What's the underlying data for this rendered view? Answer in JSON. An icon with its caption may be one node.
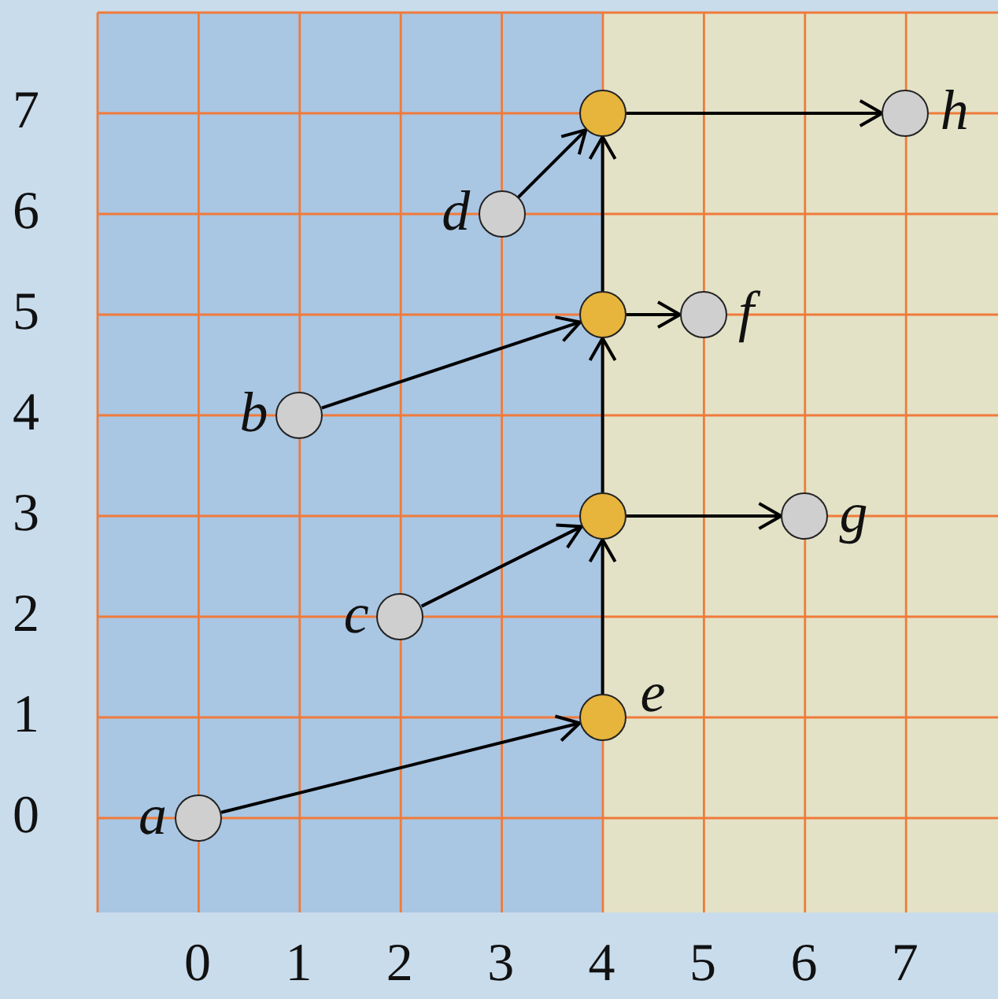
{
  "diagram": {
    "nodes": [
      {
        "text": [],
        "shape": "circle"
      },
      {
        "text": [],
        "shape": "circle",
        "beside": [
          "h"
        ]
      },
      {
        "text": [],
        "shape": "circle",
        "beside": [
          "d"
        ]
      },
      {
        "text": [],
        "shape": "circle"
      },
      {
        "text": [],
        "shape": "circle",
        "beside": [
          "f"
        ]
      },
      {
        "text": [],
        "shape": "circle",
        "beside": [
          "b"
        ]
      },
      {
        "text": [],
        "shape": "circle"
      },
      {
        "text": [],
        "shape": "circle",
        "beside": [
          "g"
        ]
      },
      {
        "text": [],
        "shape": "circle",
        "beside": [
          "c"
        ]
      },
      {
        "text": [],
        "shape": "circle",
        "beside": [
          "e"
        ]
      },
      {
        "text": [],
        "shape": "circle",
        "beside": [
          "a"
        ]
      }
    ],
    "edges": [
      {
        "from": 10,
        "to": 9,
        "arrow": "to"
      },
      {
        "from": 9,
        "to": 6,
        "arrow": "to"
      },
      {
        "from": 8,
        "to": 6,
        "arrow": "to"
      },
      {
        "from": 6,
        "to": 7,
        "arrow": "to"
      },
      {
        "from": 6,
        "to": 3,
        "arrow": "to"
      },
      {
        "from": 5,
        "to": 3,
        "arrow": "to"
      },
      {
        "from": 3,
        "to": 4,
        "arrow": "to"
      },
      {
        "from": 3,
        "to": 0,
        "arrow": "to"
      },
      {
        "from": 2,
        "to": 0,
        "arrow": "to"
      },
      {
        "from": 0,
        "to": 1,
        "arrow": "to"
      }
    ],
    "labels": [
      "7",
      "6",
      "5",
      "4",
      "3",
      "2",
      "1",
      "0",
      "0",
      "1",
      "2",
      "3",
      "4",
      "5",
      "6",
      "7"
    ]
  }
}
